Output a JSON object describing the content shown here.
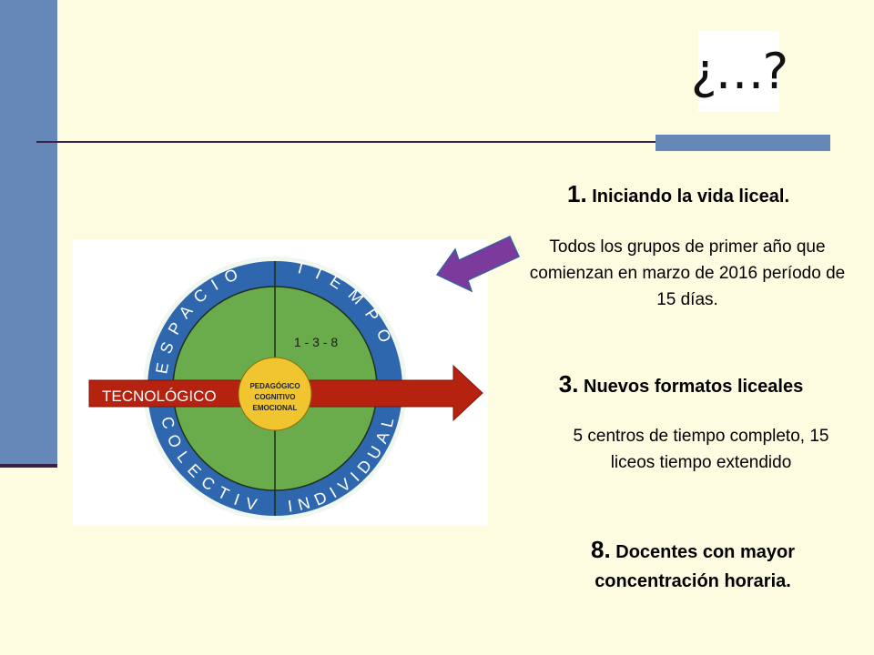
{
  "question_mark": "¿…?",
  "diagram": {
    "ring_left_top": "ESPACIO",
    "ring_right_top": "TIEMPO",
    "ring_left_bottom": "COLECTIVO",
    "ring_right_bottom": "INDIVIDUAL",
    "center_lines": [
      "PEDAGÓGICO",
      "COGNITIVO",
      "EMOCIONAL"
    ],
    "quadrant_label": "1 - 3 - 8",
    "arrow_label": "TECNOLÓGICO",
    "colors": {
      "ring": "#2e67ad",
      "green": "#6aac4c",
      "center": "#f0c530",
      "arrow": "#b5220f",
      "pointer": "#7b3a9c"
    }
  },
  "items": [
    {
      "number": "1.",
      "title": "Iniciando la vida liceal.",
      "description": "Todos los grupos de primer año que comienzan en marzo de 2016 período de 15 días."
    },
    {
      "number": "3.",
      "title": "Nuevos formatos liceales",
      "description": "5 centros de tiempo completo, 15 liceos tiempo extendido"
    },
    {
      "number": "8.",
      "title": "Docentes con mayor",
      "title_line2": "concentración horaria."
    }
  ]
}
